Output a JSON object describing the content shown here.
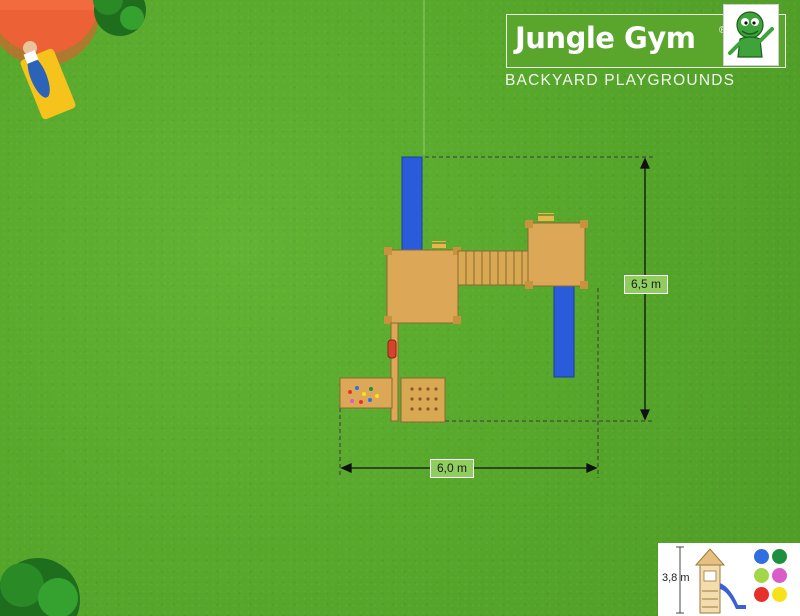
{
  "brand": {
    "name": "Jungle Gym",
    "tagline": "BACKYARD PLAYGROUNDS",
    "registered_mark": "®",
    "accent_color": "#5aa62c"
  },
  "dimensions": {
    "width_label": "6,0 m",
    "depth_label": "6,5 m"
  },
  "inset": {
    "height_label": "3,8 m",
    "color_options": [
      "#2f6fe0",
      "#1e8f3e",
      "#a4d64a",
      "#d95cc9",
      "#e8302a",
      "#f6e21a"
    ]
  },
  "icons": [
    "umbrella-icon",
    "sunbather-icon",
    "bush-icon",
    "mascot-icon",
    "tower-icon",
    "slide-icon"
  ],
  "colors": {
    "grass": "#56a62b",
    "wood": "#d9a853",
    "slide": "#2a5bdb",
    "umbrella": "#f26b3f"
  }
}
